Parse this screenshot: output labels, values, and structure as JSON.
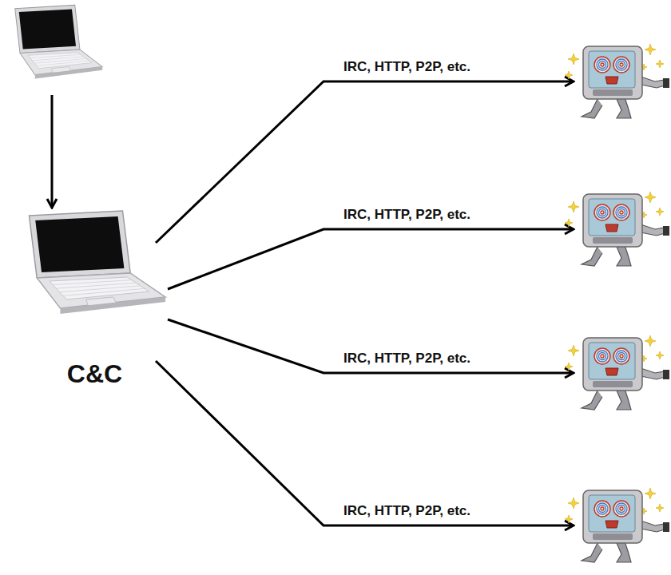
{
  "diagram": {
    "nodes": [
      {
        "text": []
      },
      {
        "text": [
          "C&C"
        ]
      },
      {
        "text": []
      },
      {
        "text": []
      },
      {
        "text": []
      },
      {
        "text": []
      }
    ],
    "edges": [
      {
        "from": 0,
        "to": 1,
        "arrow": "to"
      },
      {
        "from": 1,
        "to": 2,
        "label": "IRC, HTTP, P2P, etc.",
        "arrow": "to"
      },
      {
        "from": 1,
        "to": 3,
        "label": "IRC, HTTP, P2P, etc.",
        "arrow": "to"
      },
      {
        "from": 1,
        "to": 4,
        "label": "IRC, HTTP, P2P, etc.",
        "arrow": "to"
      },
      {
        "from": 1,
        "to": 5,
        "label": "IRC, HTTP, P2P, etc.",
        "arrow": "to"
      }
    ]
  }
}
